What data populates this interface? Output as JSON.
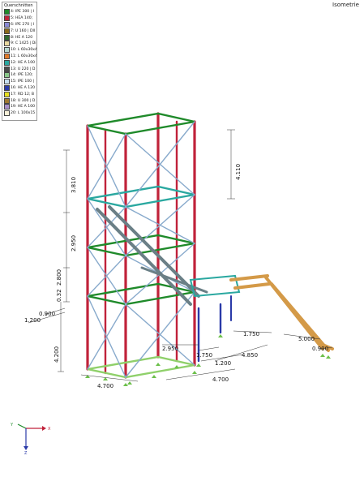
{
  "view": {
    "title": "Isometrie"
  },
  "legend": {
    "title": "Querschnitten",
    "items": [
      {
        "label": "4: IPE 300 | I",
        "color": "#1f8a2a"
      },
      {
        "label": "5: HEA 140;",
        "color": "#c0223a"
      },
      {
        "label": "6: IPE 270 | I",
        "color": "#8a8ad6"
      },
      {
        "label": "7: U 160 | DII",
        "color": "#8a6a1a"
      },
      {
        "label": "8: HE A 120",
        "color": "#2f6b2f"
      },
      {
        "label": "9: C 1425 | Di",
        "color": "#e8d8a0"
      },
      {
        "label": "10: L 60x30x4",
        "color": "#b8d8d0"
      },
      {
        "label": "11: L 60x30x4",
        "color": "#e07a2a"
      },
      {
        "label": "12: HE A 100",
        "color": "#2aa8a0"
      },
      {
        "label": "13: U 220 | D",
        "color": "#4a4a4a"
      },
      {
        "label": "14: IPE 120;",
        "color": "#8ac88a"
      },
      {
        "label": "15: IPE 100 |",
        "color": "#c8e0f0"
      },
      {
        "label": "16: HE A 120",
        "color": "#2a3aa8"
      },
      {
        "label": "17: RD 12; B",
        "color": "#e8e020"
      },
      {
        "label": "18: U 300 | D",
        "color": "#a07a30"
      },
      {
        "label": "19: HE A 100",
        "color": "#a890c8"
      },
      {
        "label": "20: L 100x15",
        "color": "#f8f0d8"
      }
    ]
  },
  "dimensions": {
    "top_right": "4.110",
    "upper_left": "3.810",
    "mid_left": "2.950",
    "lower_left_a": "0.32",
    "lower_left_b": "2.800",
    "left_900": "0.900",
    "left_1200": "1.200",
    "bottom_left_height": "4.200",
    "base_front": "4.700",
    "base_right": "4.700",
    "base_mid": "2.950",
    "base_1750": "1.750",
    "base_1200": "1.200",
    "base_4850": "4.850",
    "stair_1750": "1.750",
    "stair_5000": "5.000",
    "stair_900": "0.900"
  },
  "axes": {
    "x": "X",
    "y": "Y",
    "z": "Z"
  },
  "colors": {
    "column": "#c0223a",
    "beam_green": "#1f8a2a",
    "light_green": "#8fd06a",
    "teal": "#2aa8a0",
    "blue": "#2a3aa8",
    "stair": "#d49a48",
    "bracing": "#88aacc",
    "dim": "#222222"
  }
}
